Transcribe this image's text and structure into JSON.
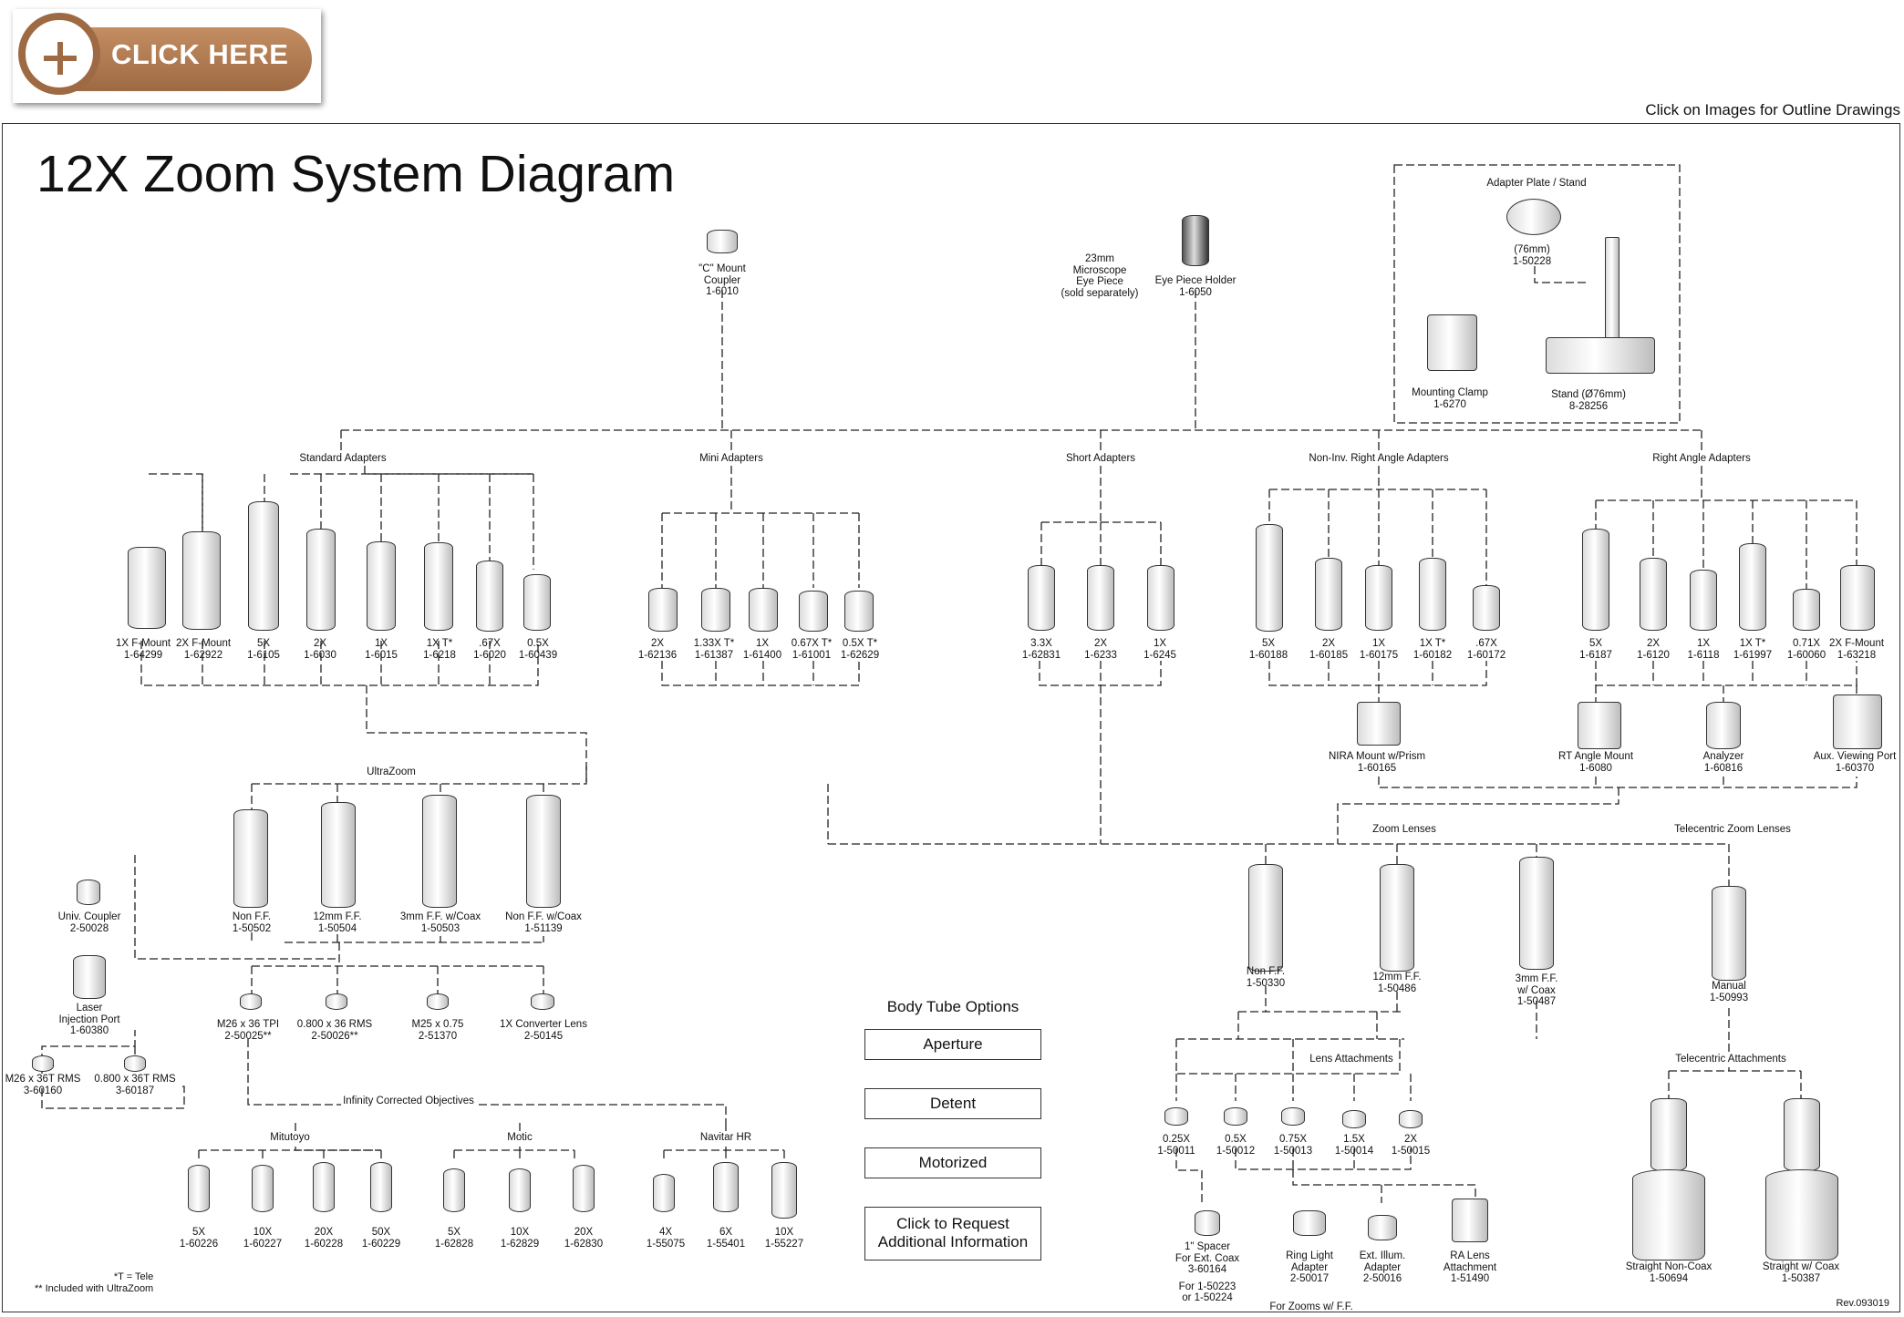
{
  "banner": {
    "label": "CLICK HERE"
  },
  "outline_note": "Click on Images for Outline Drawings",
  "title": "12X Zoom System Diagram",
  "revision": "Rev.093019",
  "notes": [
    "*T = Tele",
    "** Included with UltraZoom"
  ],
  "groups": {
    "standard": "Standard Adapters",
    "mini": "Mini Adapters",
    "short": "Short Adapters",
    "noninv": "Non-Inv. Right Angle Adapters",
    "rightangle": "Right Angle Adapters",
    "ultrazoom": "UltraZoom",
    "zoomlenses": "Zoom Lenses",
    "telezoom": "Telecentric Zoom Lenses",
    "lensattach": "Lens Attachments",
    "teleattach": "Telecentric Attachments",
    "infinity": "Infinity Corrected Objectives",
    "mitutoyo": "Mitutoyo",
    "motic": "Motic",
    "navitar": "Navitar HR",
    "adapterplate": "Adapter Plate / Stand",
    "forzooms": "For Zooms w/ F.F."
  },
  "top": {
    "cmount": {
      "name": "\"C\" Mount",
      "name2": "Coupler",
      "pn": "1-6010"
    },
    "eyepiece": {
      "l1": "23mm",
      "l2": "Microscope",
      "l3": "Eye Piece",
      "l4": "(sold separately)"
    },
    "eyeholder": {
      "name": "Eye Piece Holder",
      "pn": "1-6050"
    },
    "plate76": {
      "name": "(76mm)",
      "pn": "1-50228"
    },
    "clamp": {
      "name": "Mounting Clamp",
      "pn": "1-6270"
    },
    "stand": {
      "name": "Stand (Ø76mm)",
      "pn": "8-28256"
    }
  },
  "standard_adapters": [
    {
      "name": "1X F-Mount",
      "pn": "1-64299"
    },
    {
      "name": "2X F-Mount",
      "pn": "1-62922"
    },
    {
      "name": "5X",
      "pn": "1-6105"
    },
    {
      "name": "2X",
      "pn": "1-6030"
    },
    {
      "name": "1X",
      "pn": "1-6015"
    },
    {
      "name": "1X T*",
      "pn": "1-6218"
    },
    {
      "name": ".67X",
      "pn": "1-6020"
    },
    {
      "name": "0.5X",
      "pn": "1-60439"
    }
  ],
  "mini_adapters": [
    {
      "name": "2X",
      "pn": "1-62136"
    },
    {
      "name": "1.33X  T*",
      "pn": "1-61387"
    },
    {
      "name": "1X",
      "pn": "1-61400"
    },
    {
      "name": "0.67X T*",
      "pn": "1-61001"
    },
    {
      "name": "0.5X T*",
      "pn": "1-62629"
    }
  ],
  "short_adapters": [
    {
      "name": "3.3X",
      "pn": "1-62831"
    },
    {
      "name": "2X",
      "pn": "1-6233"
    },
    {
      "name": "1X",
      "pn": "1-6245"
    }
  ],
  "noninv_adapters": [
    {
      "name": "5X",
      "pn": "1-60188"
    },
    {
      "name": "2X",
      "pn": "1-60185"
    },
    {
      "name": "1X",
      "pn": "1-60175"
    },
    {
      "name": "1X T*",
      "pn": "1-60182"
    },
    {
      "name": ".67X",
      "pn": "1-60172"
    }
  ],
  "rightangle_adapters": [
    {
      "name": "5X",
      "pn": "1-6187"
    },
    {
      "name": "2X",
      "pn": "1-6120"
    },
    {
      "name": "1X",
      "pn": "1-6118"
    },
    {
      "name": "1X T*",
      "pn": "1-61997"
    },
    {
      "name": "0.71X",
      "pn": "1-60060"
    },
    {
      "name": "2X F-Mount",
      "pn": "1-63218"
    }
  ],
  "mounts": {
    "nira": {
      "name": "NIRA Mount w/Prism",
      "pn": "1-60165"
    },
    "rtangle": {
      "name": "RT Angle Mount",
      "pn": "1-6080"
    },
    "analyzer": {
      "name": "Analyzer",
      "pn": "1-60816"
    },
    "aux": {
      "name": "Aux. Viewing Port",
      "pn": "1-60370"
    }
  },
  "ultrazoom": [
    {
      "name": "Non F.F.",
      "pn": "1-50502"
    },
    {
      "name": "12mm F.F.",
      "pn": "1-50504"
    },
    {
      "name": "3mm F.F. w/Coax",
      "pn": "1-50503"
    },
    {
      "name": "Non F.F. w/Coax",
      "pn": "1-51139"
    }
  ],
  "couplers": {
    "univ": {
      "name": "Univ. Coupler",
      "pn": "2-50028"
    },
    "laser": {
      "l1": "Laser",
      "l2": "Injection Port",
      "pn": "1-60380"
    },
    "m26rms": {
      "name": "M26 x 36T RMS",
      "pn": "3-60160"
    },
    "rms800": {
      "name": "0.800 x 36T RMS",
      "pn": "3-60187"
    }
  },
  "objective_adapters": [
    {
      "name": "M26 x 36 TPI",
      "pn": "2-50025**"
    },
    {
      "name": "0.800 x 36 RMS",
      "pn": "2-50026**"
    },
    {
      "name": "M25 x 0.75",
      "pn": "2-51370"
    },
    {
      "name": "1X Converter Lens",
      "pn": "2-50145"
    }
  ],
  "mitutoyo": [
    {
      "name": "5X",
      "pn": "1-60226"
    },
    {
      "name": "10X",
      "pn": "1-60227"
    },
    {
      "name": "20X",
      "pn": "1-60228"
    },
    {
      "name": "50X",
      "pn": "1-60229"
    }
  ],
  "motic": [
    {
      "name": "5X",
      "pn": "1-62828"
    },
    {
      "name": "10X",
      "pn": "1-62829"
    },
    {
      "name": "20X",
      "pn": "1-62830"
    }
  ],
  "navitar": [
    {
      "name": "4X",
      "pn": "1-55075"
    },
    {
      "name": "6X",
      "pn": "1-55401"
    },
    {
      "name": "10X",
      "pn": "1-55227"
    }
  ],
  "zoom_lenses": [
    {
      "l1": "Non F.F.",
      "l2": "",
      "pn": "1-50330"
    },
    {
      "l1": "12mm F.F.",
      "l2": "",
      "pn": "1-50486"
    },
    {
      "l1": "3mm F.F.",
      "l2": "w/ Coax",
      "pn": "1-50487"
    },
    {
      "l1": "Manual",
      "l2": "",
      "pn": "1-50993"
    }
  ],
  "lens_attachments": [
    {
      "name": "0.25X",
      "pn": "1-50011"
    },
    {
      "name": "0.5X",
      "pn": "1-50012"
    },
    {
      "name": "0.75X",
      "pn": "1-50013"
    },
    {
      "name": "1.5X",
      "pn": "1-50014"
    },
    {
      "name": "2X",
      "pn": "1-50015"
    }
  ],
  "spacer": {
    "l1": "1\" Spacer",
    "l2": "For Ext. Coax",
    "pn": "3-60164",
    "l3": "For 1-50223",
    "l4": "or 1-50224"
  },
  "illum": [
    {
      "l1": "Ring Light",
      "l2": "Adapter",
      "pn": "2-50017"
    },
    {
      "l1": "Ext. Illum.",
      "l2": "Adapter",
      "pn": "2-50016"
    },
    {
      "l1": "RA Lens",
      "l2": "Attachment",
      "pn": "1-51490"
    }
  ],
  "tele_attachments": [
    {
      "name": "Straight Non-Coax",
      "pn": "1-50694"
    },
    {
      "name": "Straight w/ Coax",
      "pn": "1-50387"
    }
  ],
  "body_tube": {
    "heading": "Body Tube Options",
    "buttons": [
      "Aperture",
      "Detent",
      "Motorized"
    ],
    "request_l1": "Click to Request",
    "request_l2": "Additional Information"
  }
}
